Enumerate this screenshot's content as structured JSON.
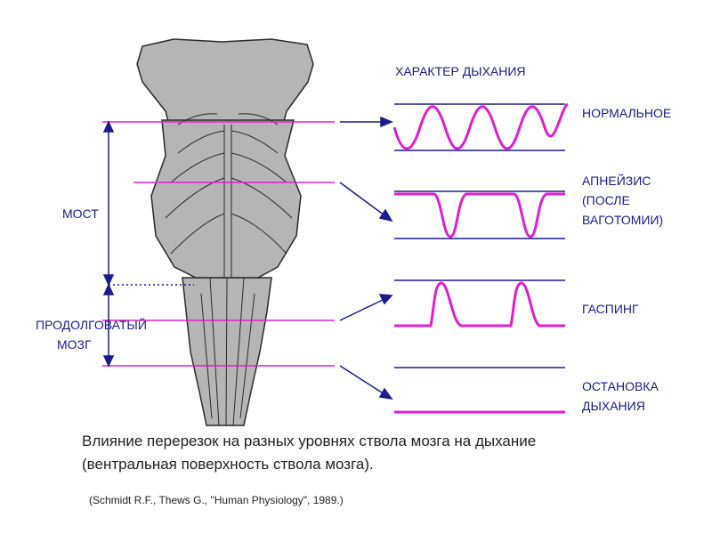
{
  "header": "ХАРАКТЕР ДЫХАНИЯ",
  "left_labels": {
    "pons": "МОСТ",
    "medulla_line1": "ПРОДОЛГОВАТЫЙ",
    "medulla_line2": "МОЗГ"
  },
  "patterns": [
    {
      "lines": [
        "НОРМАЛЬНОЕ"
      ]
    },
    {
      "lines": [
        "АПНЕЙЗИС",
        "(ПОСЛЕ",
        "ВАГОТОМИИ)"
      ]
    },
    {
      "lines": [
        "ГАСПИНГ"
      ]
    },
    {
      "lines": [
        "ОСТАНОВКА",
        "ДЫХАНИЯ"
      ]
    }
  ],
  "caption": {
    "line1": "Влияние перерезок на разных уровнях ствола мозга на дыхание",
    "line2": "(вентральная поверхность ствола мозга).",
    "source": "(Schmidt R.F., Thews G., \"Human Physiology\", 1989.)"
  },
  "colors": {
    "magenta": "#e020d0",
    "navy": "#1b1b8f",
    "tissue": "#b5b5b5",
    "outline": "#2a2a2a"
  }
}
